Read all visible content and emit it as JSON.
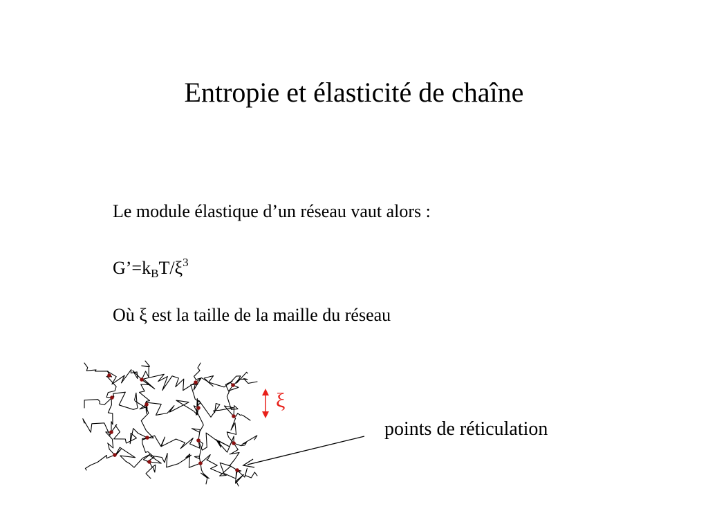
{
  "slide": {
    "title": "Entropie et élasticité de chaîne",
    "line1": "Le module élastique d’un réseau vaut alors :",
    "formula": {
      "g": "G’=k",
      "sub_b": "B",
      "t": "T/ξ",
      "sup_3": "3"
    },
    "line3": "Où ξ est la taille de la maille du réseau"
  },
  "diagram": {
    "mesh_symbol": "ξ",
    "crosslink_label": "points de réticulation",
    "crosslink_color": "#8b1010",
    "mesh_arrow_color": "#e8201a"
  }
}
